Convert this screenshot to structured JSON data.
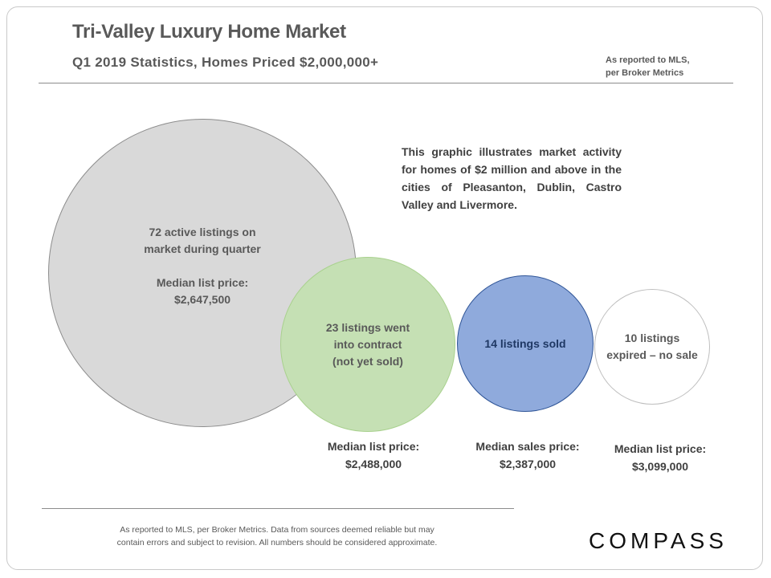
{
  "header": {
    "title": "Tri-Valley Luxury Home Market",
    "subtitle": "Q1 2019 Statistics,  Homes  Priced $2,000,000+",
    "source_line1": "As reported to MLS,",
    "source_line2": "per Broker Metrics"
  },
  "intro": "This graphic illustrates market activity for homes of $2 million and above in the cities of Pleasanton, Dublin, Castro Valley and Livermore.",
  "circles": {
    "active": {
      "line1": "72 active listings on",
      "line2": "market during quarter",
      "price_label": "Median list price:",
      "price": "$2,647,500",
      "count": 72,
      "color": "#d9d9d9"
    },
    "contract": {
      "line1": "23 listings went",
      "line2": "into contract",
      "line3": "(not yet sold)",
      "price_label": "Median list price:",
      "price": "$2,488,000",
      "count": 23,
      "color": "#c5e0b4"
    },
    "sold": {
      "line1": "14 listings sold",
      "price_label": "Median sales price:",
      "price": "$2,387,000",
      "count": 14,
      "color": "#8faadc"
    },
    "expired": {
      "line1": "10 listings",
      "line2": "expired – no sale",
      "price_label": "Median list price:",
      "price": "$3,099,000",
      "count": 10,
      "color": "#ffffff"
    }
  },
  "footer": {
    "line1": "As reported to MLS, per Broker Metrics. Data from sources deemed  reliable but may",
    "line2": "contain errors and subject to revision. All numbers should be considered approximate."
  },
  "logo": "COMPASS"
}
